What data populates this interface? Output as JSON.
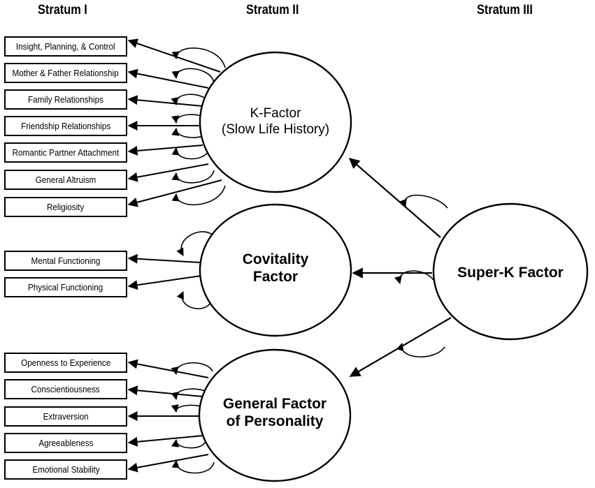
{
  "strata": {
    "stratum1": "Stratum I",
    "stratum2": "Stratum II",
    "stratum3": "Stratum III"
  },
  "indicators": {
    "k_factor": [
      "Insight, Planning, & Control",
      "Mother & Father Relationship",
      "Family Relationships",
      "Friendship Relationships",
      "Romantic Partner Attachment",
      "General Altruism",
      "Religiosity"
    ],
    "covitality": [
      "Mental Functioning",
      "Physical Functioning"
    ],
    "personality": [
      "Openness to Experience",
      "Conscientiousness",
      "Extraversion",
      "Agreeableness",
      "Emotional Stability"
    ]
  },
  "factors": {
    "k_factor": {
      "line1": "K-Factor",
      "line2": "(Slow Life History)"
    },
    "covitality": {
      "line1": "Covitality",
      "line2": "Factor"
    },
    "personality": {
      "line1": "General Factor",
      "line2": "of Personality"
    },
    "super_k": {
      "line1": "Super-K Factor"
    }
  },
  "colors": {
    "stroke": "#000000",
    "background": "#ffffff"
  }
}
